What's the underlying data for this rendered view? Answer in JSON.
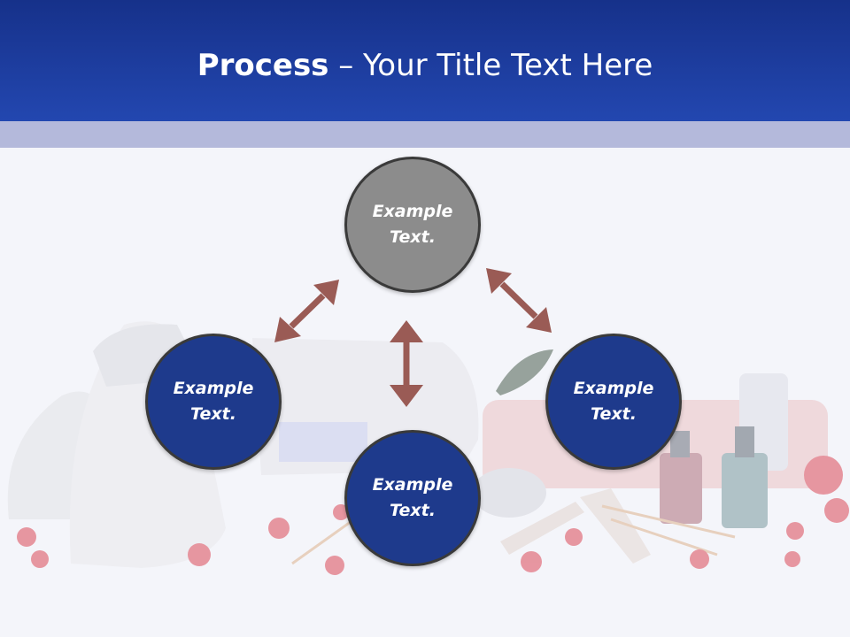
{
  "slide": {
    "title_bold": "Process",
    "title_rest": " – Your Title Text Here"
  },
  "nodes": {
    "top": "Example\nText.",
    "left": "Example\nText.",
    "right": "Example\nText.",
    "bottom": "Example\nText."
  },
  "colors": {
    "header": "#2347b0",
    "band": "#b4b9db",
    "node_gray": "#8c8c8c",
    "node_blue": "#1e3a8c",
    "arrow": "#9a5b55"
  }
}
